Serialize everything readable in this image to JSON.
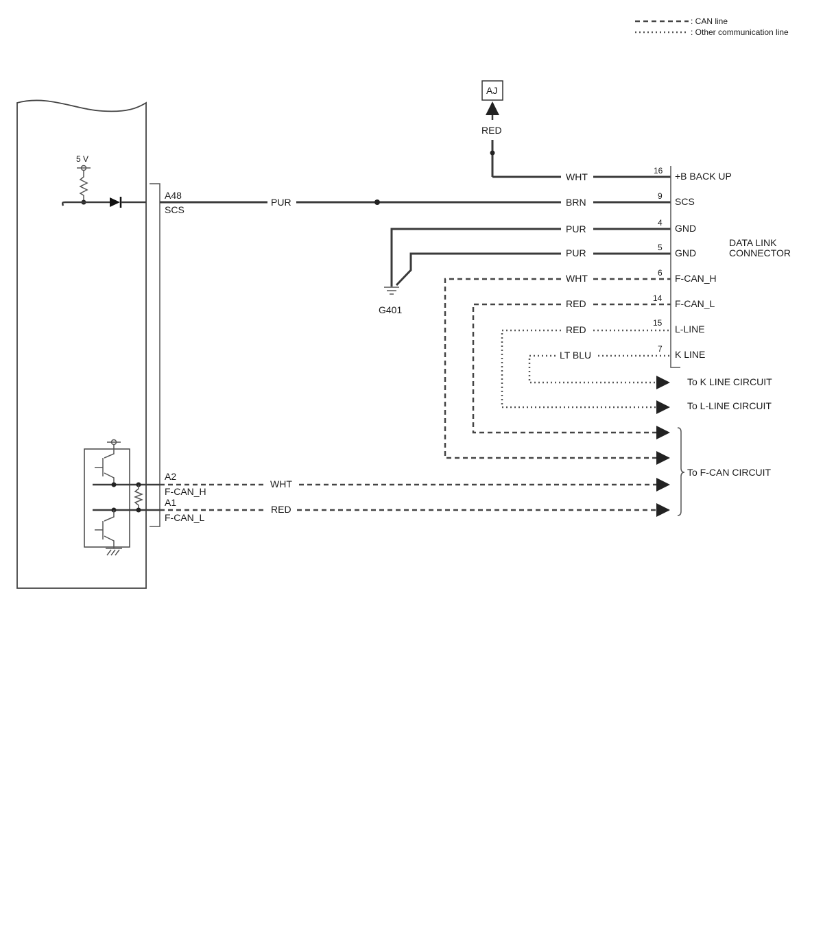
{
  "legend": {
    "can_line": ": CAN line",
    "other_line": ": Other communication line"
  },
  "unit": {
    "supply_voltage": "5 V",
    "terminals": [
      {
        "pin": "A48",
        "signal": "SCS"
      },
      {
        "pin": "A2",
        "signal": "F-CAN_H"
      },
      {
        "pin": "A1",
        "signal": "F-CAN_L"
      }
    ]
  },
  "wires": {
    "scs_left": "PUR",
    "scs_right": "BRN",
    "backup": "WHT",
    "aj_feed": "RED",
    "gnd4": "PUR",
    "gnd5": "PUR",
    "fcanh_dlc": "WHT",
    "fcanl_dlc": "RED",
    "lline_dlc": "RED",
    "kline_dlc": "LT BLU",
    "fcanh_unit": "WHT",
    "fcanl_unit": "RED"
  },
  "junction": {
    "aj": "AJ"
  },
  "ground": {
    "name": "G401"
  },
  "connector": {
    "title_line1": "DATA LINK",
    "title_line2": "CONNECTOR",
    "pins": [
      {
        "pin": "16",
        "signal": "+B BACK UP"
      },
      {
        "pin": "9",
        "signal": "SCS"
      },
      {
        "pin": "4",
        "signal": "GND"
      },
      {
        "pin": "5",
        "signal": "GND"
      },
      {
        "pin": "6",
        "signal": "F-CAN_H"
      },
      {
        "pin": "14",
        "signal": "F-CAN_L"
      },
      {
        "pin": "15",
        "signal": "L-LINE"
      },
      {
        "pin": "7",
        "signal": "K LINE"
      }
    ]
  },
  "destinations": {
    "k_line": "To K LINE CIRCUIT",
    "l_line": "To L-LINE CIRCUIT",
    "f_can": "To F-CAN CIRCUIT"
  }
}
